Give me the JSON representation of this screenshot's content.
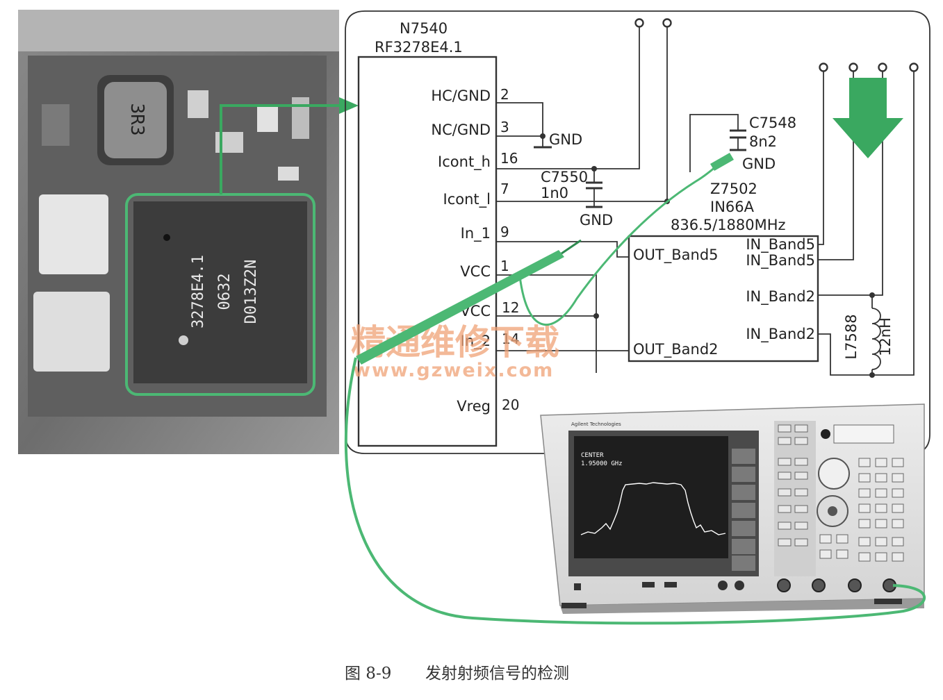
{
  "chip_part": "N7540",
  "chip_model": "RF3278E4.1",
  "pins": [
    {
      "name": "HC/GND",
      "num": "2"
    },
    {
      "name": "NC/GND",
      "num": "3"
    },
    {
      "name": "Icont_h",
      "num": "16"
    },
    {
      "name": "Icont_l",
      "num": "7"
    },
    {
      "name": "In_1",
      "num": "9"
    },
    {
      "name": "VCC",
      "num": "1"
    },
    {
      "name": "VCC",
      "num": "12"
    },
    {
      "name": "In_2",
      "num": "14"
    },
    {
      "name": "Vreg",
      "num": "20"
    }
  ],
  "gnd_label": "GND",
  "c7550": {
    "ref": "C7550",
    "value": "1n0"
  },
  "c7548": {
    "ref": "C7548",
    "value": "8n2"
  },
  "filter": {
    "ref": "Z7502",
    "part": "IN66A",
    "freq": "836.5/1880MHz",
    "left_pins": [
      "OUT_Band5",
      "OUT_Band2"
    ],
    "right_pins": [
      "IN_Band5",
      "IN_Band5",
      "IN_Band2",
      "IN_Band2"
    ]
  },
  "inductor": {
    "ref": "L7588",
    "value": "12nH"
  },
  "photo_chip_marking": [
    "3278E4.1",
    "0632",
    "D013Z2N"
  ],
  "photo_inductor_marking": "3R3",
  "analyzer": {
    "brand": "Agilent Technologies",
    "screen_label": "CENTER",
    "screen_value": "1.95000 GHz"
  },
  "watermark": {
    "cn": "精通维修下载",
    "url": "www.gzweix.com"
  },
  "caption": {
    "figure": "图 8-9",
    "title": "发射射频信号的检测"
  },
  "colors": {
    "probe": "#4cb874",
    "arrow": "#3aa860",
    "watermark": "#f0a276",
    "line": "#333333"
  }
}
